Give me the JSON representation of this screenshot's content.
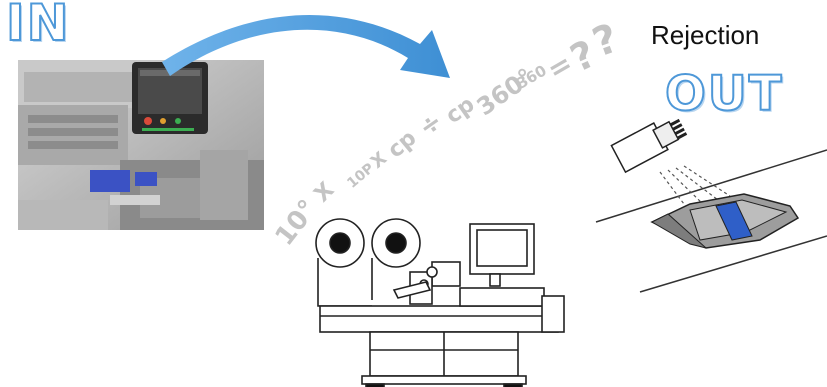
{
  "labels": {
    "input": "IN",
    "output": "OUT",
    "rejection": "Rejection"
  },
  "formula": {
    "parts": [
      "10°",
      "X",
      "10P",
      "X",
      "cp",
      "÷",
      "cp",
      "360°",
      "360",
      "=",
      "?",
      "?"
    ]
  },
  "colors": {
    "accent_blue": "#4e98d8",
    "arrow_blue": "#5aa6e0",
    "band_blue": "#2f5fc8",
    "formula_gray": "#c4c4c4"
  },
  "icons": [
    "curved-arrow-icon",
    "wrapping-machine-icon",
    "factory-photo",
    "rejection-sensor-icon"
  ]
}
